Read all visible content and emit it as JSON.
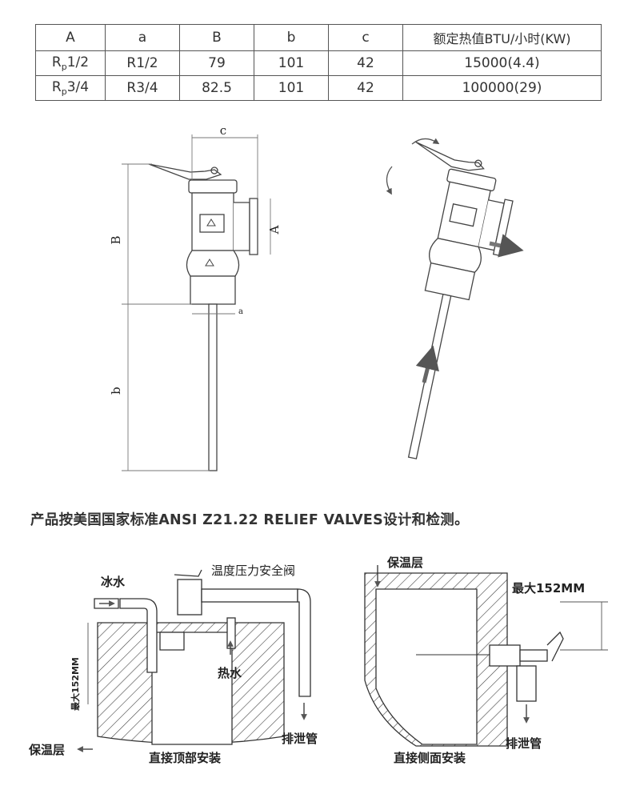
{
  "table": {
    "header": [
      "A",
      "a",
      "B",
      "b",
      "c",
      "额定热值BTU/小时(KW)"
    ],
    "rows": [
      {
        "A_main": "R",
        "A_sub": "p",
        "A_rest": "1/2",
        "a": "R1/2",
        "B": "79",
        "b": "101",
        "c": "42",
        "rating": "15000(4.4)"
      },
      {
        "A_main": "R",
        "A_sub": "p",
        "A_rest": "3/4",
        "a": "R3/4",
        "B": "82.5",
        "b": "101",
        "c": "42",
        "rating": "100000(29)"
      }
    ]
  },
  "dimension_labels": {
    "c": "c",
    "B": "B",
    "A": "A",
    "a": "a",
    "b": "b"
  },
  "standard_text": "产品按美国国家标准ANSI Z21.22 RELIEF VALVES设计和检测。",
  "top_install": {
    "cold_water": "冰水",
    "valve_name": "温度压力安全阀",
    "max_152": "最大152MM",
    "hot_water": "热水",
    "insulation": "保温层",
    "drain_pipe": "排泄管",
    "caption": "直接顶部安装"
  },
  "side_install": {
    "insulation": "保温层",
    "max_152": "最大152MM",
    "drain_pipe": "排泄管",
    "caption": "直接侧面安装"
  }
}
